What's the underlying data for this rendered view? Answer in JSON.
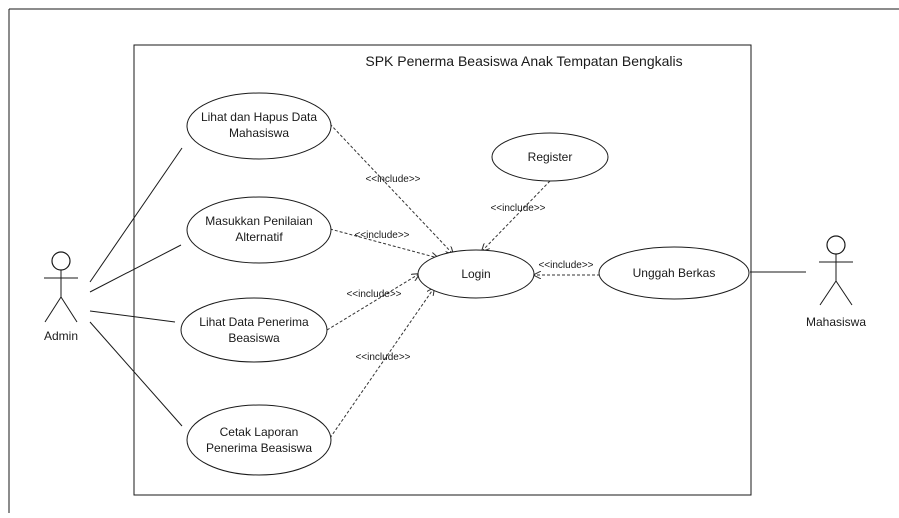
{
  "diagram": {
    "system_title": "SPK Penerma Beasiswa Anak Tempatan Bengkalis",
    "actors": {
      "admin": "Admin",
      "mahasiswa": "Mahasiswa"
    },
    "use_cases": {
      "lihat_hapus": [
        "Lihat dan Hapus Data",
        "Mahasiswa"
      ],
      "masukkan": [
        "Masukkan Penilaian",
        "Alternatif"
      ],
      "lihat_penerima": [
        "Lihat Data Penerima",
        "Beasiswa"
      ],
      "cetak": [
        "Cetak Laporan",
        "Penerima Beasiswa"
      ],
      "login": [
        "Login"
      ],
      "register": [
        "Register"
      ],
      "unggah": [
        "Unggah Berkas"
      ]
    },
    "include_label": "<<include>>"
  }
}
